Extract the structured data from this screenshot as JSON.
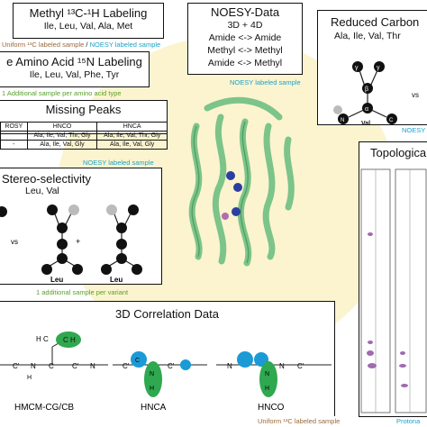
{
  "methyl": {
    "title": "Methyl ¹³C-¹H Labeling",
    "residues": "Ile, Leu, Val, Ala, Met",
    "note_uniform": "Uniform ¹³C labeled sample",
    "note_sep": " / ",
    "note_noesy": "NOESY labeled sample"
  },
  "noesy": {
    "title": "NOESY-Data",
    "lines": [
      "3D + 4D",
      "Amide <-> Amide",
      "Methyl <-> Methyl",
      "Amide <-> Methyl"
    ],
    "note": "NOESY labeled sample"
  },
  "reduced": {
    "title": "Reduced Carbon",
    "residues": "Ala, Ile, Val, Thr",
    "vs": "vs",
    "residue": "Val",
    "note": "NOESY"
  },
  "amino": {
    "title": "e Amino Acid ¹⁵N Labeling",
    "residues": "Ile, Leu, Val, Phe, Tyr",
    "note": "1 Additional sample per amino acid type"
  },
  "missing": {
    "title": "Missing Peaks",
    "headers": [
      "ROSY",
      "HNCO",
      "HNCA"
    ],
    "row1": [
      "",
      "Ala, Ile, Val, Thr, Gly",
      "Ala, Ile, Val, Thr, Gly"
    ],
    "row2": [
      "-",
      "Ala, Ile, Val, Gly",
      "Ala, Ile, Val, Gly"
    ],
    "note": "NOESY labeled sample"
  },
  "stereo": {
    "title": "Stereo-selectivity",
    "residues": "Leu, Val",
    "vs": "vs",
    "plus": "+",
    "residue1": "Leu",
    "residue2": "Leu",
    "note": "1 additional sample per variant"
  },
  "correlation": {
    "title": "3D Correlation Data",
    "label1": "HMCM-CG/CB",
    "label2": "HNCA",
    "label3": "HNCO",
    "note": "Uniform ¹³C labeled sample"
  },
  "topology": {
    "title": "Topologica",
    "note": "Protona"
  },
  "colors": {
    "green": "#2fa84f",
    "blue": "#1b9ad6",
    "protein": "#8fcf9a",
    "background_circle": "#fbf4cf"
  }
}
